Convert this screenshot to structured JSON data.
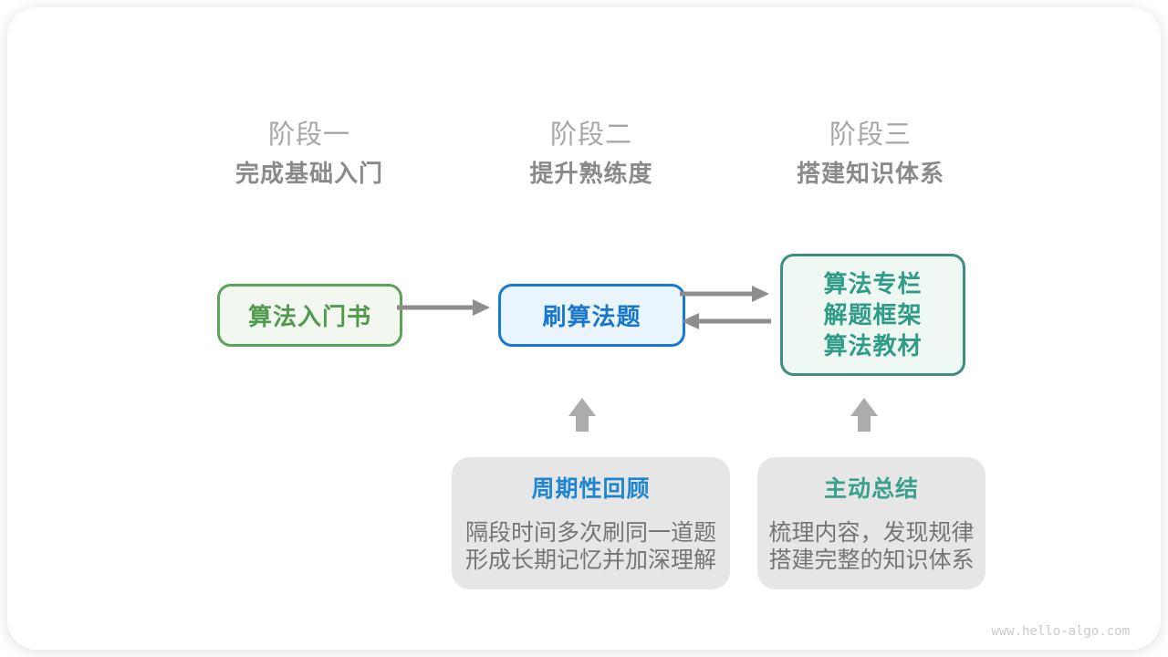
{
  "diagram": {
    "stages": [
      {
        "label": "阶段一",
        "subtitle": "完成基础入门"
      },
      {
        "label": "阶段二",
        "subtitle": "提升熟练度"
      },
      {
        "label": "阶段三",
        "subtitle": "搭建知识体系"
      }
    ],
    "flow_boxes": {
      "stage1": {
        "text": "算法入门书"
      },
      "stage2": {
        "text": "刷算法题"
      },
      "stage3": {
        "lines": [
          "算法专栏",
          "解题框架",
          "算法教材"
        ]
      }
    },
    "note_boxes": [
      {
        "title": "周期性回顾",
        "lines": [
          "隔段时间多次刷同一道题",
          "形成长期记忆并加深理解"
        ]
      },
      {
        "title": "主动总结",
        "lines": [
          "梳理内容，发现规律",
          "搭建完整的知识体系"
        ]
      }
    ],
    "arrows": [
      {
        "name": "stage1-to-stage2",
        "direction": "right"
      },
      {
        "name": "stage2-to-stage3",
        "direction": "right"
      },
      {
        "name": "stage3-to-stage2",
        "direction": "left"
      },
      {
        "name": "review-to-stage2",
        "direction": "up"
      },
      {
        "name": "summary-to-stage3",
        "direction": "up"
      }
    ],
    "colors": {
      "green_border": "#5ba35a",
      "green_text": "#50994e",
      "green_bg": "#f2f8f0",
      "blue_border": "#1879d2",
      "blue_text": "#1877cc",
      "blue_bg": "#eaf4fc",
      "teal_border": "#3d8d80",
      "teal_text": "#2e9c86",
      "teal_bg": "#eff7f3",
      "note_bg": "#e6e6e6",
      "note_body_text": "#757575",
      "note_title_blue": "#1e86d0",
      "note_title_teal": "#39a08b",
      "stage_label": "#a6a6a6",
      "stage_subtitle": "#8a8a8a",
      "arrow": "#8d8d8d",
      "block_arrow": "#acacac"
    },
    "watermark": "www.hello-algo.com"
  }
}
